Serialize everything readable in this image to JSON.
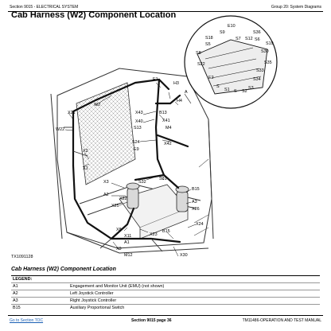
{
  "header": {
    "section": "Section 9015 - ELECTRICAL SYSTEM",
    "group": "Group 20: System Diagrams"
  },
  "title": "Cab Harness (W2) Component Location",
  "figure": {
    "id": "TX1091128",
    "labels": [
      {
        "text": "W2"
      },
      {
        "text": "X21"
      },
      {
        "text": "W22"
      },
      {
        "text": "X2"
      },
      {
        "text": "X1"
      },
      {
        "text": "E1"
      },
      {
        "text": "H3"
      },
      {
        "text": "A"
      },
      {
        "text": "H4"
      },
      {
        "text": "X43"
      },
      {
        "text": "X40"
      },
      {
        "text": "B13"
      },
      {
        "text": "S13"
      },
      {
        "text": "X41"
      },
      {
        "text": "M4"
      },
      {
        "text": "S24"
      },
      {
        "text": "E9"
      },
      {
        "text": "X42"
      },
      {
        "text": "S32"
      },
      {
        "text": "S31"
      },
      {
        "text": "X3"
      },
      {
        "text": "A2"
      },
      {
        "text": "X22"
      },
      {
        "text": "X25"
      },
      {
        "text": "B15"
      },
      {
        "text": "A3"
      },
      {
        "text": "X26"
      },
      {
        "text": "X24"
      },
      {
        "text": "X8"
      },
      {
        "text": "X11"
      },
      {
        "text": "A1"
      },
      {
        "text": "X9"
      },
      {
        "text": "X23"
      },
      {
        "text": "M12"
      },
      {
        "text": "B15"
      },
      {
        "text": "X30"
      }
    ],
    "detail_labels": [
      {
        "text": "E10"
      },
      {
        "text": "S36"
      },
      {
        "text": "S9"
      },
      {
        "text": "S18"
      },
      {
        "text": "S5"
      },
      {
        "text": "S7"
      },
      {
        "text": "S12"
      },
      {
        "text": "S6"
      },
      {
        "text": "S19"
      },
      {
        "text": "S30"
      },
      {
        "text": "S8"
      },
      {
        "text": "S22"
      },
      {
        "text": "E2"
      },
      {
        "text": "S35"
      },
      {
        "text": "S33"
      },
      {
        "text": "S34"
      },
      {
        "text": "S"
      },
      {
        "text": "S1"
      },
      {
        "text": "S"
      },
      {
        "text": "S2"
      },
      {
        "text": "S3"
      }
    ]
  },
  "caption": "Cab Harness (W2) Component Location",
  "legend": {
    "header": "LEGEND:",
    "items": [
      {
        "code": "A1",
        "desc": "Engagement and Monitor Unit (EMU) (not shown)"
      },
      {
        "code": "A2",
        "desc": "Left Joystick Controller"
      },
      {
        "code": "A3",
        "desc": "Right Joystick Controller"
      },
      {
        "code": "B15",
        "desc": "Auxiliary Proportional Switch"
      }
    ]
  },
  "footer": {
    "link": "Go to Section TOC",
    "center": "Section 9015 page 36",
    "right": "TM11486-OPERATION AND TEST MANUAL"
  }
}
